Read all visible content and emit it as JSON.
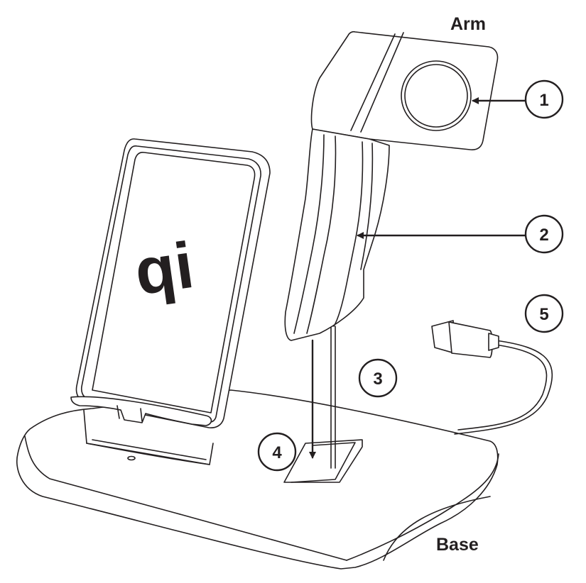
{
  "labels": {
    "arm": "Arm",
    "base": "Base"
  },
  "callouts": [
    "1",
    "2",
    "3",
    "4",
    "5"
  ],
  "logo": "qi",
  "colors": {
    "line": "#231f20",
    "background": "#ffffff"
  }
}
